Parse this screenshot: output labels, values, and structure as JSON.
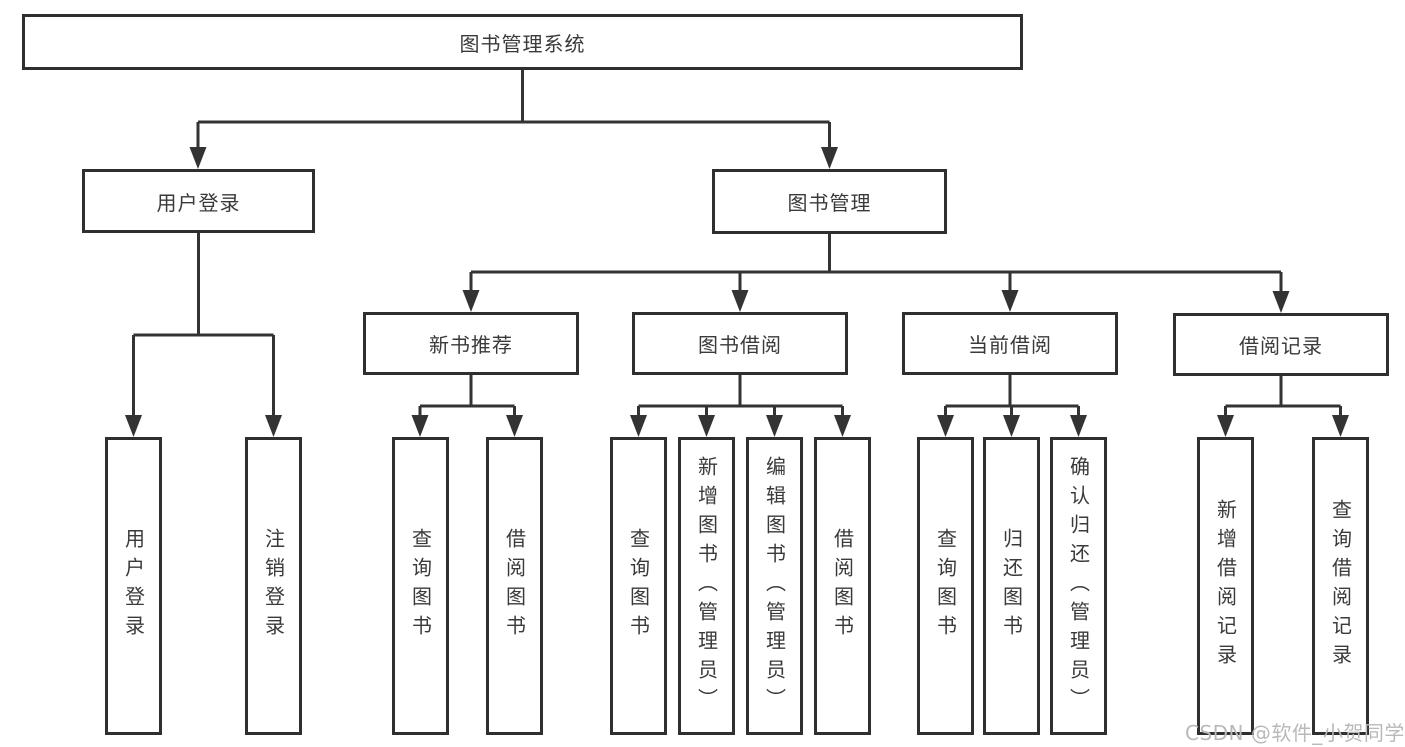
{
  "nodes": {
    "root": "图书管理系统",
    "level2": [
      {
        "label": "用户登录",
        "children": [
          "用户登录",
          "注销登录"
        ]
      },
      {
        "label": "图书管理",
        "children": [
          {
            "label": "新书推荐",
            "children": [
              "查询图书",
              "借阅图书"
            ]
          },
          {
            "label": "图书借阅",
            "children": [
              "查询图书",
              "新增图书（管理员）",
              "编辑图书（管理员）",
              "借阅图书"
            ]
          },
          {
            "label": "当前借阅",
            "children": [
              "查询图书",
              "归还图书",
              "确认归还（管理员）"
            ]
          },
          {
            "label": "借阅记录",
            "children": [
              "新增借阅记录",
              "查询借阅记录"
            ]
          }
        ]
      }
    ]
  },
  "watermark": {
    "text": "CSDN @软件_小贺同学"
  },
  "colors": {
    "line": "#333333",
    "box_border": "#2f2f2f",
    "text": "#3a3a3a",
    "watermark": "#b9b9b9",
    "background": "#ffffff"
  }
}
